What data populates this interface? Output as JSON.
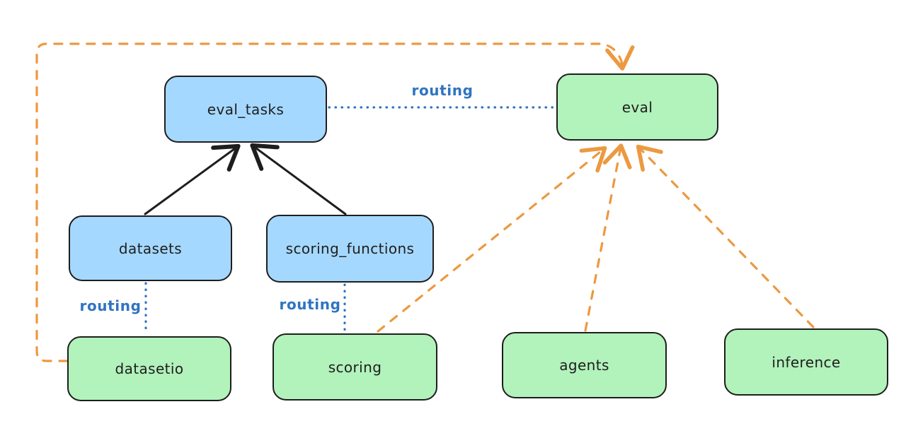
{
  "diagram_type": "api-routing-diagram",
  "colors": {
    "stroke": "#1e1e1e",
    "blue_fill": "#a5d8ff",
    "green_fill": "#b2f2bb",
    "routing_blue": "#2f74c2",
    "orange": "#ec9940",
    "background": "#ffffff"
  },
  "nodes": {
    "eval_tasks": {
      "label": "eval_tasks",
      "fill": "#a5d8ff"
    },
    "eval": {
      "label": "eval",
      "fill": "#b2f2bb"
    },
    "datasets": {
      "label": "datasets",
      "fill": "#a5d8ff"
    },
    "scoring_functions": {
      "label": "scoring_functions",
      "fill": "#a5d8ff"
    },
    "datasetio": {
      "label": "datasetio",
      "fill": "#b2f2bb"
    },
    "scoring": {
      "label": "scoring",
      "fill": "#b2f2bb"
    },
    "agents": {
      "label": "agents",
      "fill": "#b2f2bb"
    },
    "inference": {
      "label": "inference",
      "fill": "#b2f2bb"
    }
  },
  "edge_labels": {
    "routing_top": "routing",
    "routing_datasetio": "routing",
    "routing_scoring": "routing"
  },
  "edges": [
    {
      "from": "datasets",
      "to": "eval_tasks",
      "style": "solid",
      "color": "#1e1e1e",
      "arrow": true
    },
    {
      "from": "scoring_functions",
      "to": "eval_tasks",
      "style": "solid",
      "color": "#1e1e1e",
      "arrow": true
    },
    {
      "from": "eval_tasks",
      "to": "eval",
      "style": "dotted",
      "color": "#2f74c2",
      "arrow": false,
      "label": "routing"
    },
    {
      "from": "datasets",
      "to": "datasetio",
      "style": "dotted",
      "color": "#2f74c2",
      "arrow": false,
      "label": "routing"
    },
    {
      "from": "scoring_functions",
      "to": "scoring",
      "style": "dotted",
      "color": "#2f74c2",
      "arrow": false,
      "label": "routing"
    },
    {
      "from": "datasetio",
      "to": "eval",
      "style": "dashed",
      "color": "#ec9940",
      "arrow": true,
      "route": "around-left-and-top"
    },
    {
      "from": "scoring",
      "to": "eval",
      "style": "dashed",
      "color": "#ec9940",
      "arrow": true
    },
    {
      "from": "agents",
      "to": "eval",
      "style": "dashed",
      "color": "#ec9940",
      "arrow": true
    },
    {
      "from": "inference",
      "to": "eval",
      "style": "dashed",
      "color": "#ec9940",
      "arrow": true
    }
  ]
}
